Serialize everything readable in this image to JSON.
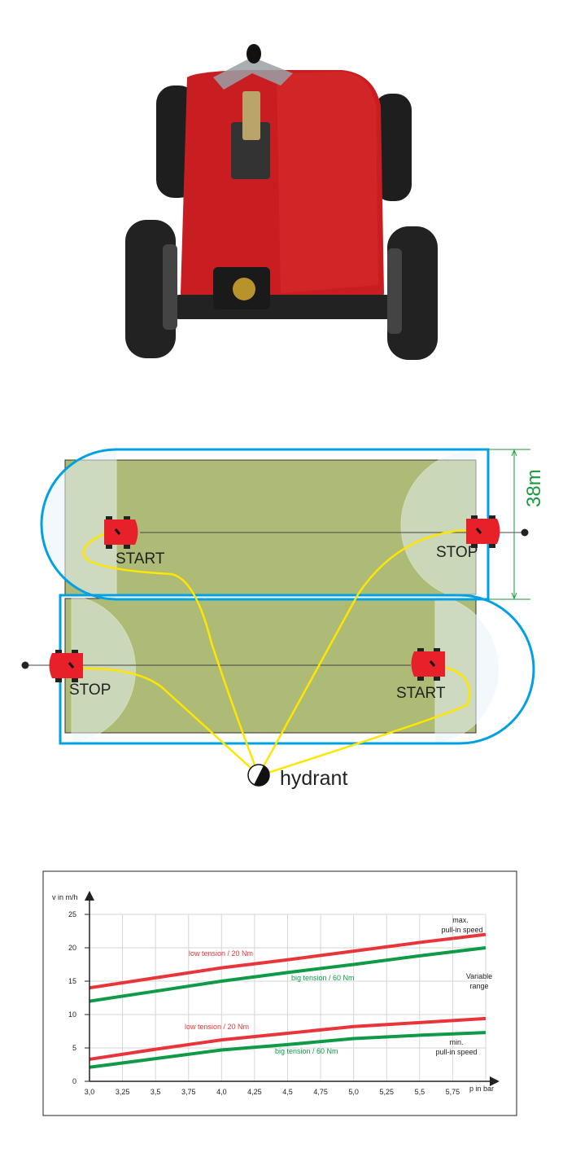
{
  "diagram": {
    "start_label_1": "START",
    "stop_label_1": "STOP",
    "stop_label_2": "STOP",
    "start_label_2": "START",
    "hydrant_label": "hydrant",
    "dimension_label": "38m",
    "colors": {
      "field": "#adbb76",
      "path": "#00a0e3",
      "hose": "#ffe600",
      "machine": "#e8202a",
      "dimension": "#1a9a3a"
    }
  },
  "chart_data": {
    "type": "line",
    "xlabel": "p in bar",
    "ylabel": "v in m/h",
    "xlim": [
      3.0,
      6.0
    ],
    "ylim": [
      0,
      25
    ],
    "grid": true,
    "x_ticks": [
      "3,0",
      "3,25",
      "3,5",
      "3,75",
      "4,0",
      "4,25",
      "4,5",
      "4,75",
      "5,0",
      "5,25",
      "5,5",
      "5,75"
    ],
    "y_ticks": [
      "0",
      "5",
      "10",
      "15",
      "20",
      "25"
    ],
    "x": [
      3.0,
      3.5,
      4.0,
      4.5,
      5.0,
      5.5,
      6.0
    ],
    "series": [
      {
        "name": "low tension / 20 Nm",
        "group": "max",
        "color": "#e8353a",
        "values": [
          14,
          15.5,
          17,
          18.2,
          19.5,
          20.8,
          22
        ]
      },
      {
        "name": "big tension / 60 Nm",
        "group": "max",
        "color": "#0e9a47",
        "values": [
          12,
          13.5,
          15,
          16.3,
          17.5,
          18.8,
          20
        ]
      },
      {
        "name": "low tension / 20 Nm",
        "group": "min",
        "color": "#e8353a",
        "values": [
          3.3,
          4.8,
          6.2,
          7.2,
          8.2,
          8.8,
          9.4
        ]
      },
      {
        "name": "big tension / 60 Nm",
        "group": "min",
        "color": "#0e9a47",
        "values": [
          2.1,
          3.4,
          4.7,
          5.5,
          6.4,
          6.9,
          7.3
        ]
      }
    ],
    "annotations": {
      "max_1": "max.",
      "max_2": "pull-in speed",
      "var_1": "Variable",
      "var_2": "range",
      "min_1": "min.",
      "min_2": "pull-in speed"
    }
  }
}
